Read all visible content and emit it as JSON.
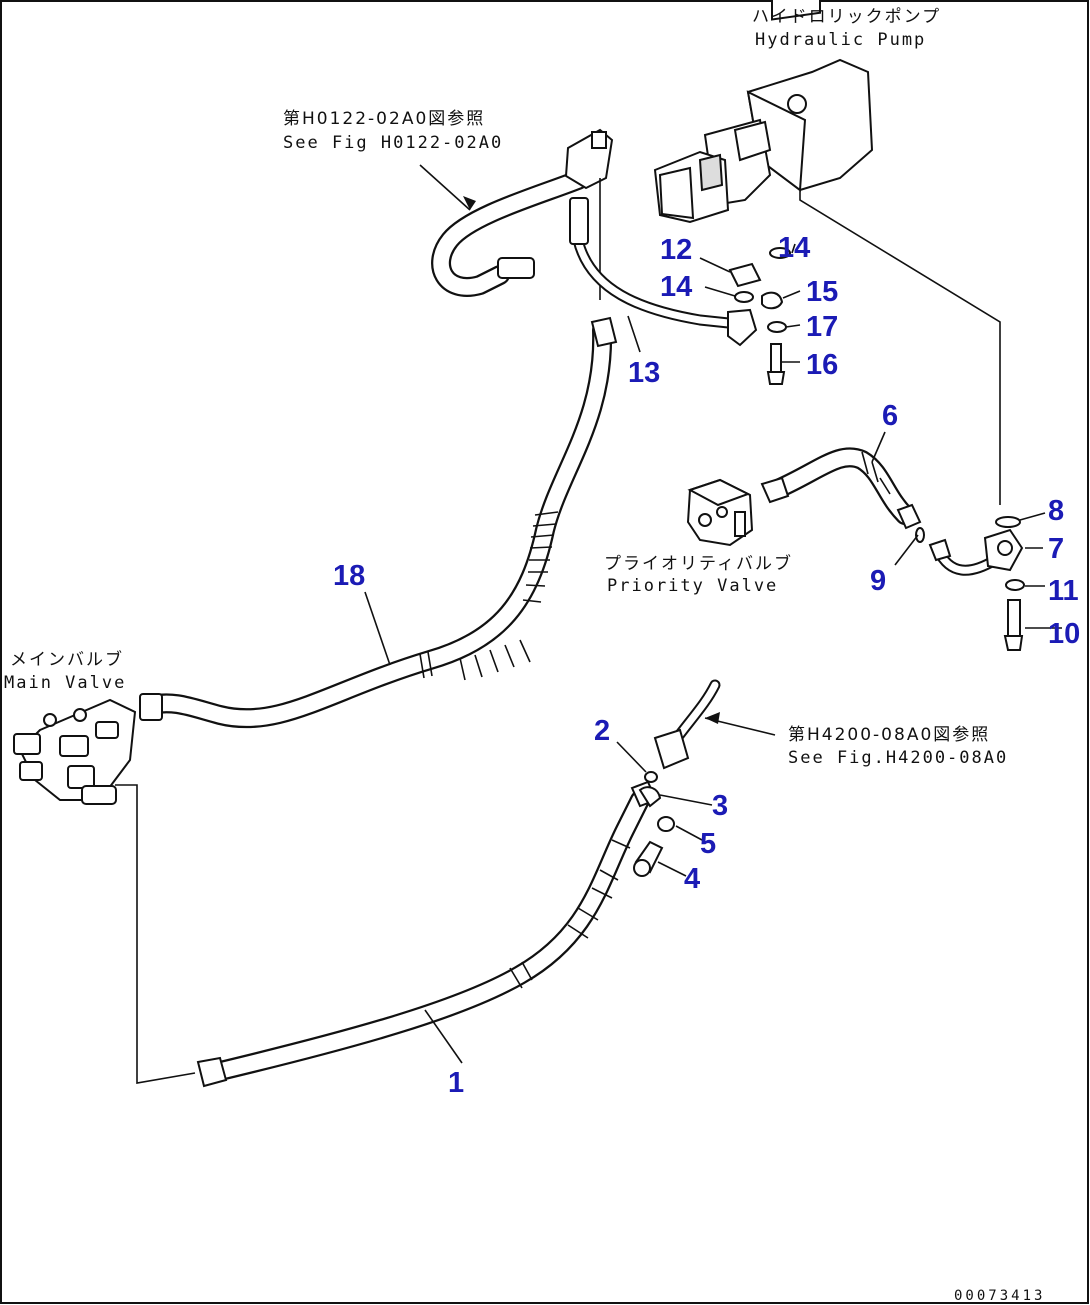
{
  "labels": {
    "hydraulic_pump_jp": "ハイドロリックポンプ",
    "hydraulic_pump_en": "Hydraulic Pump",
    "see_fig_top_jp": "第H0122-02A0図参照",
    "see_fig_top_en": "See Fig H0122-02A0",
    "priority_valve_jp": "プライオリティバルブ",
    "priority_valve_en": "Priority Valve",
    "main_valve_jp": "メインバルブ",
    "main_valve_en": "Main Valve",
    "see_fig_right_jp": "第H4200-08A0図参照",
    "see_fig_right_en": "See Fig.H4200-08A0"
  },
  "callouts": [
    "1",
    "2",
    "3",
    "4",
    "5",
    "6",
    "7",
    "8",
    "9",
    "10",
    "11",
    "12",
    "13",
    "14",
    "14",
    "15",
    "16",
    "17",
    "18"
  ],
  "doc_number": "00073413",
  "colors": {
    "callout": "#1b1bb5",
    "line": "#111111"
  }
}
